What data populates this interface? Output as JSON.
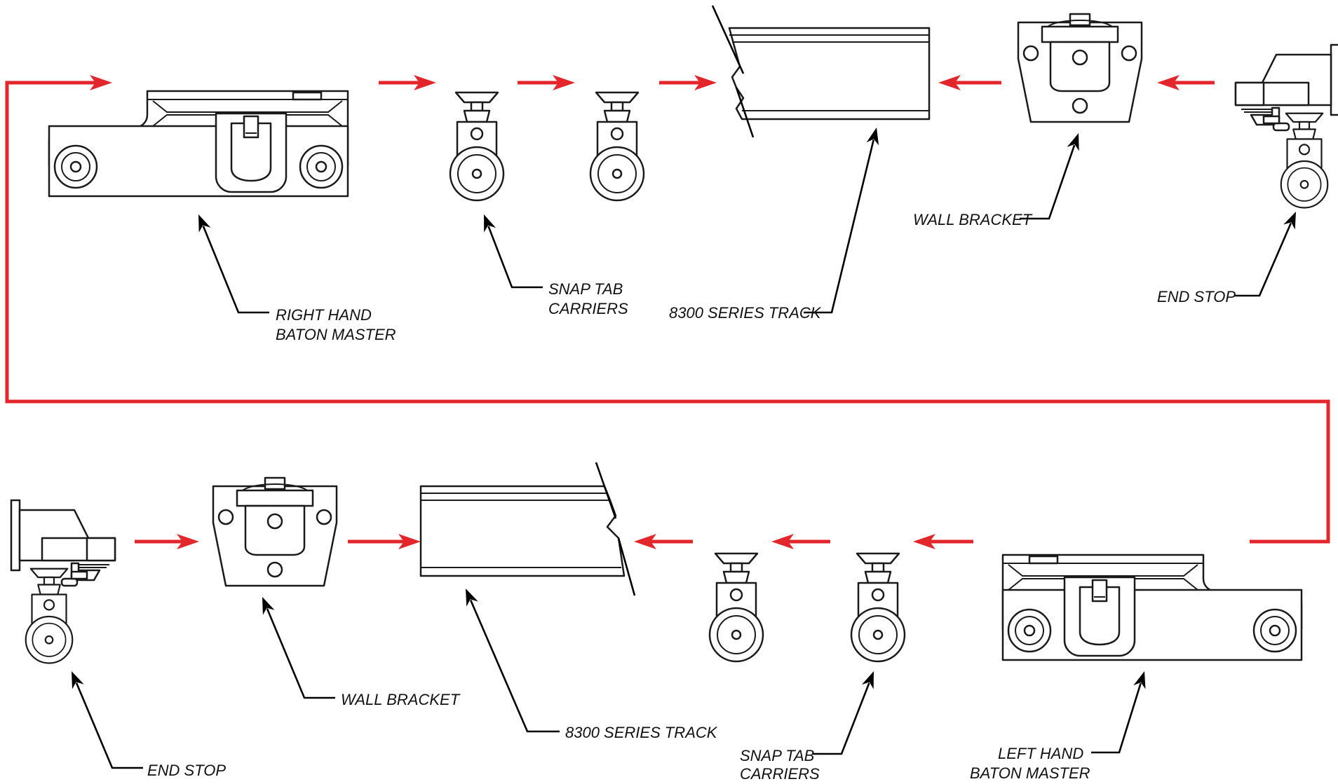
{
  "colors": {
    "flow_arrow": "#e3262b",
    "line_art": "#1a1a1a",
    "background": "#ffffff"
  },
  "top_row": {
    "right_hand_baton_master": {
      "line1": "RIGHT HAND",
      "line2": "BATON MASTER"
    },
    "snap_tab_carriers": {
      "line1": "SNAP TAB",
      "line2": "CARRIERS"
    },
    "track": {
      "label": "8300 SERIES TRACK"
    },
    "wall_bracket": {
      "label": "WALL BRACKET"
    },
    "end_stop": {
      "label": "END STOP"
    }
  },
  "bottom_row": {
    "end_stop": {
      "label": "END STOP"
    },
    "wall_bracket": {
      "label": "WALL BRACKET"
    },
    "track": {
      "label": "8300 SERIES TRACK"
    },
    "snap_tab_carriers": {
      "line1": "SNAP TAB",
      "line2": "CARRIERS"
    },
    "left_hand_baton_master": {
      "line1": "LEFT HAND",
      "line2": "BATON MASTER"
    }
  }
}
